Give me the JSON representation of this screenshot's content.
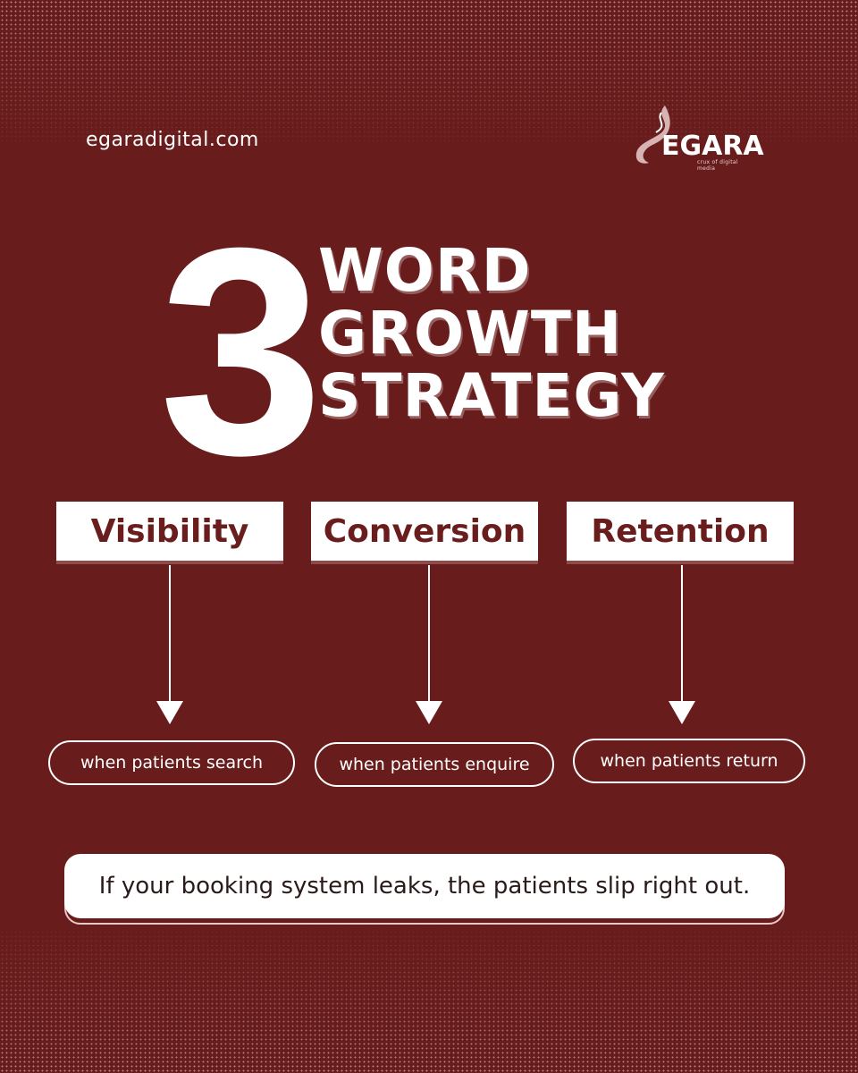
{
  "header": {
    "website": "egaradigital.com",
    "logo": {
      "name": "EGARA",
      "tagline": "crux of digital media"
    }
  },
  "headline": {
    "number": "3",
    "lines": [
      "WORD",
      "GROWTH",
      "STRATEGY"
    ]
  },
  "steps": [
    {
      "label": "Visibility",
      "note": "when patients search"
    },
    {
      "label": "Conversion",
      "note": "when patients enquire"
    },
    {
      "label": "Retention",
      "note": "when patients return"
    }
  ],
  "callout": "If your booking system leaks, the patients slip right out.",
  "colors": {
    "background": "#681c1c",
    "accent_text": "#6a1d1d",
    "white": "#ffffff"
  }
}
